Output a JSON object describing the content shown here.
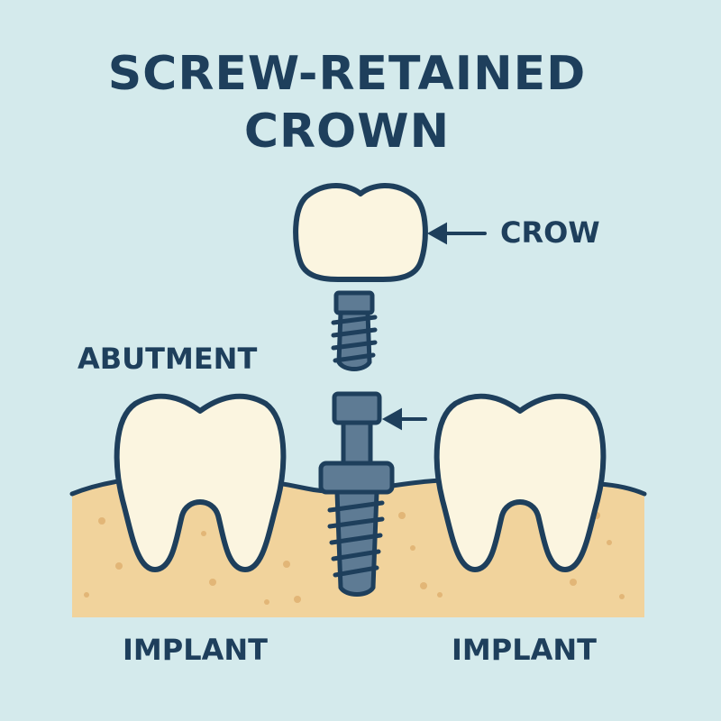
{
  "title": {
    "line1": "SCREW-RETAINED",
    "line2": "CROWN"
  },
  "labels": {
    "crown": "CROW",
    "abutment": "ABUTMENT",
    "implant_left": "IMPLANT",
    "implant_right": "IMPLANT"
  },
  "colors": {
    "background": "#d4eaec",
    "outline": "#1e3f5c",
    "tooth_fill": "#fbf5e0",
    "gum_fill": "#f1d39c",
    "metal_fill": "#5e7b94"
  }
}
